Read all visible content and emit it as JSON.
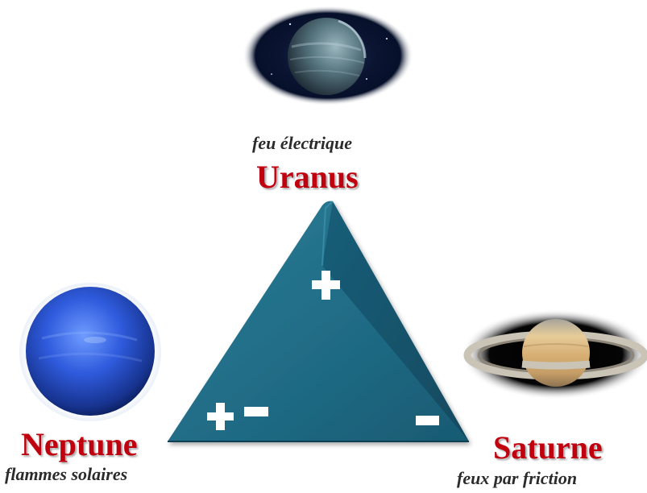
{
  "uranus": {
    "title": "Uranus",
    "subtitle": "feu électrique",
    "sign": "+"
  },
  "neptune": {
    "title": "Neptune",
    "subtitle": "flammes solaires",
    "sign": "+-"
  },
  "saturn": {
    "title": "Saturne",
    "subtitle": "feux par friction",
    "sign": "-"
  },
  "colors": {
    "title_red": "#c0000f",
    "triangle_teal": "#1f6a84",
    "neptune_blue": "#2e5ed6",
    "saturn_tan": "#d9b887"
  },
  "icons": {
    "uranus": "uranus-planet-icon",
    "neptune": "neptune-planet-icon",
    "saturn": "saturn-planet-icon"
  }
}
